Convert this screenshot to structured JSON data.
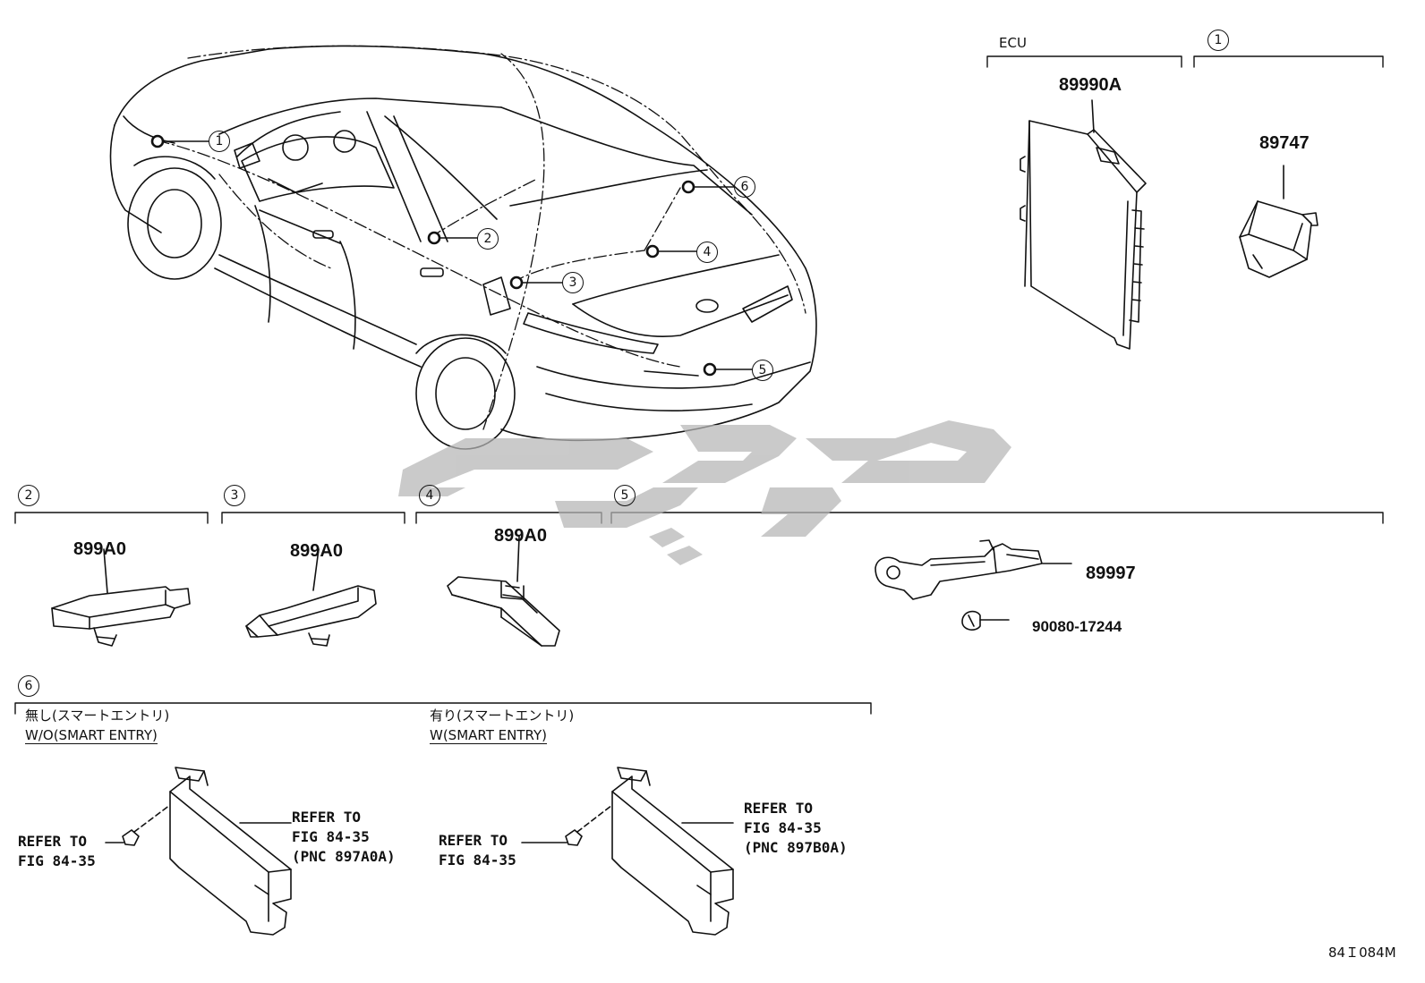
{
  "callouts": {
    "c1": "1",
    "c2": "2",
    "c3": "3",
    "c4": "4",
    "c5": "5",
    "c6": "6"
  },
  "sections": {
    "ecu": {
      "label": "ECU",
      "part": "89990A"
    },
    "s1": {
      "number": "1",
      "part": "89747"
    },
    "s2": {
      "number": "2",
      "part": "899A0"
    },
    "s3": {
      "number": "3",
      "part": "899A0"
    },
    "s4": {
      "number": "4",
      "part": "899A0"
    },
    "s5": {
      "number": "5",
      "part_main": "89997",
      "part_bolt": "90080-17244"
    },
    "s6": {
      "number": "6",
      "wo": {
        "jp": "無し(スマートエントリ)",
        "en": "W/O(SMART ENTRY)",
        "ref_left": "REFER TO\nFIG 84-35",
        "ref_right": "REFER TO\nFIG 84-35\n(PNC 897A0A)"
      },
      "w": {
        "jp": "有り(スマートエントリ)",
        "en": "W(SMART ENTRY)",
        "ref_left": "REFER TO\nFIG 84-35",
        "ref_right": "REFER TO\nFIG 84-35\n(PNC 897B0A)"
      }
    }
  },
  "watermark_text": "کوپک",
  "fig_code": "84Ｉ084M"
}
